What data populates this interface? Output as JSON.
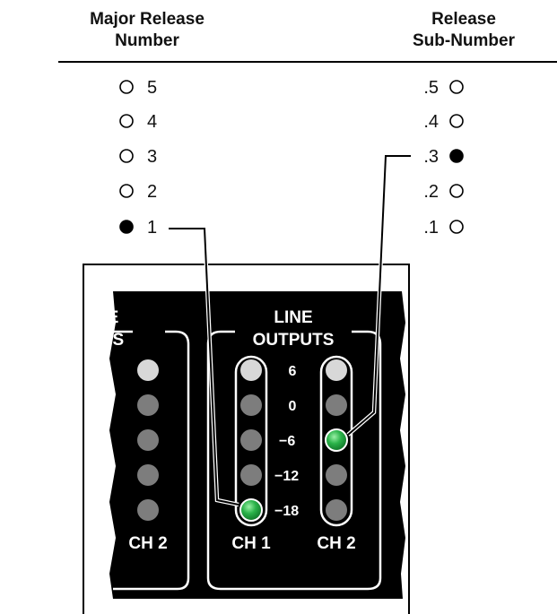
{
  "header": {
    "major_line1": "Major Release",
    "major_line2": "Number",
    "sub_line1": "Release",
    "sub_line2": "Sub-Number"
  },
  "major_levels": [
    {
      "label": "5",
      "lit": false
    },
    {
      "label": "4",
      "lit": false
    },
    {
      "label": "3",
      "lit": false
    },
    {
      "label": "2",
      "lit": false
    },
    {
      "label": "1",
      "lit": true
    }
  ],
  "sub_levels": [
    {
      "label": ".5",
      "lit": false
    },
    {
      "label": ".4",
      "lit": false
    },
    {
      "label": ".3",
      "lit": true
    },
    {
      "label": ".2",
      "lit": false
    },
    {
      "label": ".1",
      "lit": false
    }
  ],
  "panel": {
    "left_title_line1": "E",
    "left_title_line2": "TS",
    "left_channel": "CH 2",
    "right_title_line1": "LINE",
    "right_title_line2": "OUTPUTS",
    "ch1_label": "CH 1",
    "ch2_label": "CH 2",
    "db_labels": [
      "6",
      "0",
      "−6",
      "−12",
      "−18"
    ]
  },
  "meters": {
    "left_ch2": [
      "light-gray",
      "gray",
      "gray",
      "gray",
      "gray"
    ],
    "ch1": [
      "light-gray",
      "gray",
      "gray",
      "gray",
      "green"
    ],
    "ch2": [
      "light-gray",
      "gray",
      "green",
      "gray",
      "gray"
    ]
  },
  "colors": {
    "panel": "#000000",
    "led_lit_green": "#2bb34a",
    "led_top": "#d8d8d8",
    "led_off": "#7d7d7d",
    "line": "#000000"
  }
}
